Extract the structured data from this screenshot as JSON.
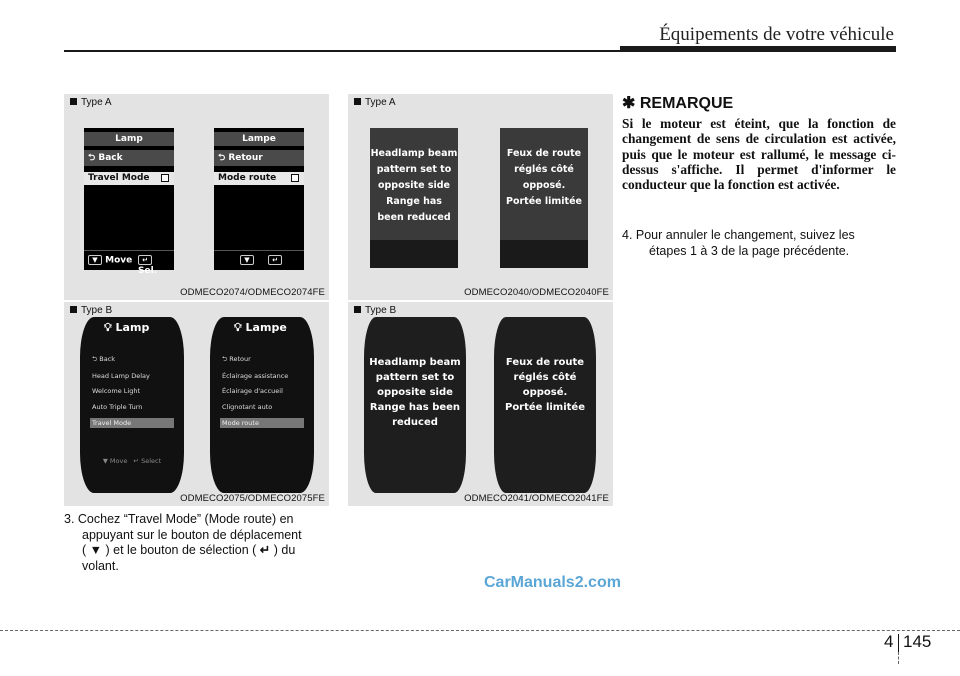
{
  "header": {
    "title": "Équipements de votre véhicule"
  },
  "panels": {
    "left_a": {
      "label": "Type A",
      "caption": "ODMECO2074/ODMECO2074FE",
      "screen_en": {
        "title": "Lamp",
        "back": "Back",
        "item": "Travel Mode",
        "move": "Move",
        "sel": "Sel."
      },
      "screen_fr": {
        "title": "Lampe",
        "back": "Retour",
        "item": "Mode route"
      }
    },
    "left_b": {
      "label": "Type B",
      "caption": "ODMECO2075/ODMECO2075FE",
      "screen_en": {
        "title": "Lamp",
        "items": [
          "Back",
          "Head Lamp Delay",
          "Welcome Light",
          "Auto Triple Turn",
          "Travel Mode"
        ],
        "move": "Move",
        "select": "Select"
      },
      "screen_fr": {
        "title": "Lampe",
        "items": [
          "Retour",
          "Éclairage assistance",
          "Éclairage d'accueil",
          "Clignotant auto",
          "Mode route"
        ]
      }
    },
    "right_a": {
      "label": "Type A",
      "caption": "ODMECO2040/ODMECO2040FE",
      "msg_en": [
        "Headlamp beam",
        "pattern set to",
        "opposite side",
        "Range has",
        "been reduced"
      ],
      "msg_fr": [
        "Feux de route",
        "réglés côté",
        "opposé.",
        "Portée limitée"
      ]
    },
    "right_b": {
      "label": "Type B",
      "caption": "ODMECO2041/ODMECO2041FE",
      "msg_en": [
        "Headlamp beam",
        "pattern set to",
        "opposite side",
        "Range has been",
        "reduced"
      ],
      "msg_fr": [
        "Feux de route",
        "réglés côté",
        "opposé.",
        "Portée limitée"
      ]
    }
  },
  "step3": {
    "p1": "3. Cochez “Travel Mode” (Mode route) en",
    "p2": "appuyant sur le bouton de déplacement",
    "p3a": "(",
    "p3b": ") et le bouton de sélection (",
    "p3c": ") du",
    "p4": "volant."
  },
  "remark": {
    "heading": "REMARQUE",
    "body": "Si le moteur est éteint, que la fonction de changement de sens de circulation est activée, puis que le moteur est rallumé, le message ci-dessus s'affiche. Il permet d'informer le conducteur que la fonction est activée."
  },
  "step4": {
    "l1": "4. Pour annuler le changement, suivez les",
    "l2": "étapes 1 à 3 de la page précédente."
  },
  "watermark": "CarManuals2.com",
  "footer": {
    "chapter": "4",
    "page": "145"
  }
}
